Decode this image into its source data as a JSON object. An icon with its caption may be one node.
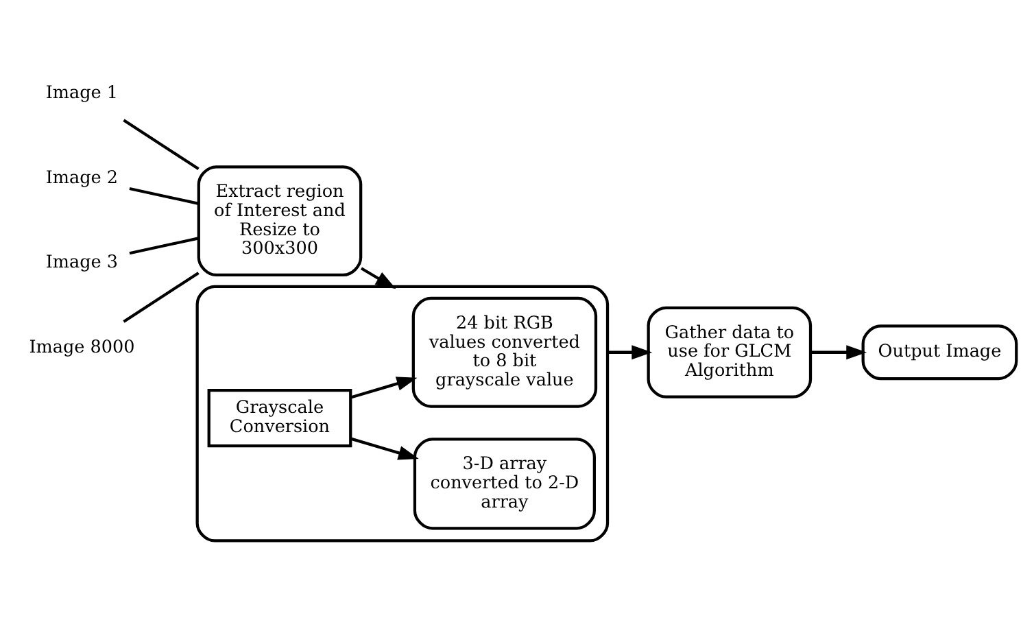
{
  "diagram": {
    "nodes": [
      {
        "text": [
          "Image 1"
        ]
      },
      {
        "text": [
          "Image 2"
        ]
      },
      {
        "text": [
          "Image 3"
        ]
      },
      {
        "text": [
          "Image 8000"
        ]
      },
      {
        "text": [
          "Extract region of Interest and Resize to 300x300"
        ]
      },
      {
        "text": [],
        "shape": "box"
      },
      {
        "text": [
          "Grayscale Conversion"
        ],
        "in": 5
      },
      {
        "text": [
          "3-D array converted to 2-D array"
        ],
        "in": 5
      },
      {
        "text": [
          "24 bit RGB values converted to 8 bit grayscale value"
        ],
        "in": 5
      },
      {
        "text": [
          "Gather data to use for GLCM Algorithm"
        ]
      },
      {
        "text": [
          "Output Image"
        ]
      }
    ],
    "edges": [
      {
        "from": 0,
        "to": 4,
        "arrow": "none"
      },
      {
        "from": 1,
        "to": 4,
        "arrow": "none"
      },
      {
        "from": 2,
        "to": 4,
        "arrow": "none"
      },
      {
        "from": 3,
        "to": 4,
        "arrow": "none"
      },
      {
        "from": 4,
        "to": 5,
        "arrow": "to"
      },
      {
        "from": 6,
        "to": 7,
        "arrow": "to"
      },
      {
        "from": 6,
        "to": 8,
        "arrow": "to"
      },
      {
        "from": 5,
        "to": 9,
        "arrow": "to"
      },
      {
        "from": 9,
        "to": 10,
        "arrow": "to"
      }
    ]
  }
}
